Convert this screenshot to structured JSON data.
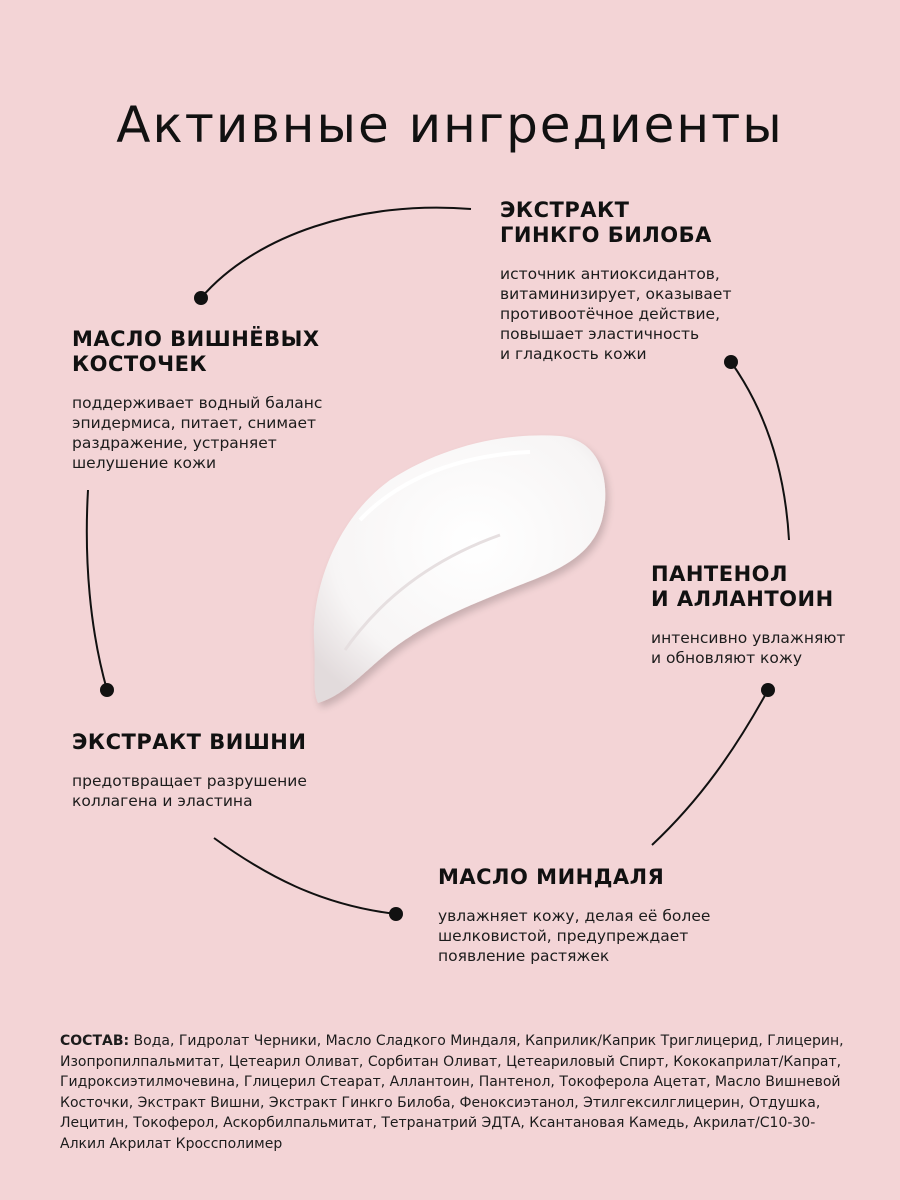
{
  "title": "Активные ингредиенты",
  "ingredients": [
    {
      "name": "ЭКСТРАКТ\nГИНКГО БИЛОБА",
      "description": "источник антиоксидантов,\nвитаминизирует, оказывает\nпротивоотёчное действие,\nповышает эластичность\nи гладкость кожи"
    },
    {
      "name": "МАСЛО ВИШНЁВЫХ\nКОСТОЧЕК",
      "description": "поддерживает водный баланс\nэпидермиса, питает, снимает\nраздражение, устраняет\nшелушение кожи"
    },
    {
      "name": "ПАНТЕНОЛ\nИ АЛЛАНТОИН",
      "description": "интенсивно увлажняют\nи обновляют кожу"
    },
    {
      "name": "ЭКСТРАКТ ВИШНИ",
      "description": "предотвращает разрушение\nколлагена и эластина"
    },
    {
      "name": "МАСЛО МИНДАЛЯ",
      "description": "увлажняет кожу, делая её более\nшелковистой, предупреждает\nпоявление растяжек"
    }
  ],
  "composition": {
    "label": "СОСТАВ:",
    "text": " Вода, Гидролат Черники, Масло Сладкого Миндаля, Каприлик/Каприк Триглицерид, Глицерин, Изопропилпальмитат, Цетеарил Оливат, Сорбитан Оливат, Цетеариловый Спирт, Кококаприлат/Капрат, Гидроксиэтилмочевина, Глицерил Стеарат, Аллантоин, Пантенол, Токоферола Ацетат, Масло Вишневой Косточки, Экстракт Вишни, Экстракт Гинкго Билоба, Феноксиэтанол, Этилгексилглицерин, Отдушка, Лецитин, Токоферол, Аскорбилпальмитат, Тетранатрий ЭДТА, Ксантановая Камедь, Акрилат/С10-30-Алкил Акрилат Кроссполимер"
  },
  "colors": {
    "background": "#f3d4d6",
    "text": "#141414",
    "cream": "#ffffff"
  },
  "icons": [
    "cream-swatch-image",
    "connector-dot"
  ]
}
